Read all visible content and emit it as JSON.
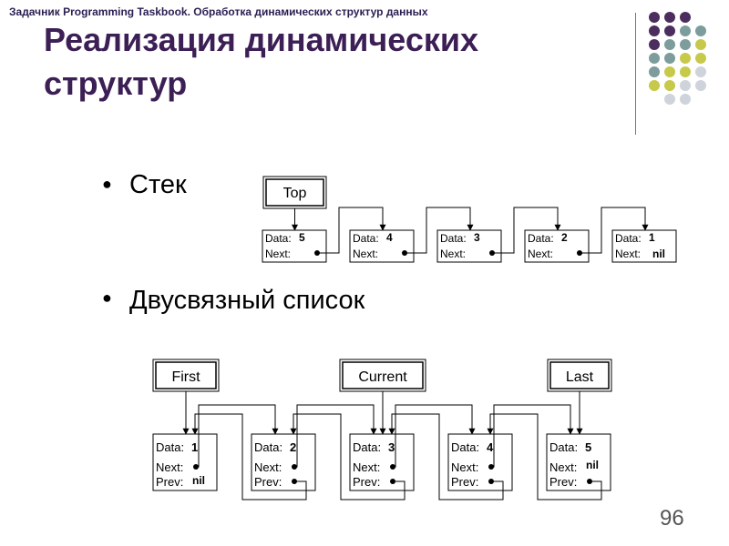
{
  "header": "Задачник Programming Taskbook. Обработка динамических структур данных",
  "title_line1": "Реализация динамических",
  "title_line2": "структур",
  "bullets": {
    "stack": "Стек",
    "dlist": "Двусвязный список"
  },
  "labels": {
    "data": "Data:",
    "next": "Next:",
    "prev": "Prev:",
    "nil": "nil"
  },
  "stack": {
    "pointer": "Top",
    "values": [
      "5",
      "4",
      "3",
      "2",
      "1"
    ]
  },
  "dlist": {
    "pointers": {
      "first": "First",
      "current": "Current",
      "last": "Last"
    },
    "values": [
      "1",
      "2",
      "3",
      "4",
      "5"
    ]
  },
  "page_number": "96",
  "decor_colors": {
    "purple": "#4b2d5e",
    "gray": "#7d9c9c",
    "olive": "#c7c94a",
    "light": "#cfd3db"
  }
}
